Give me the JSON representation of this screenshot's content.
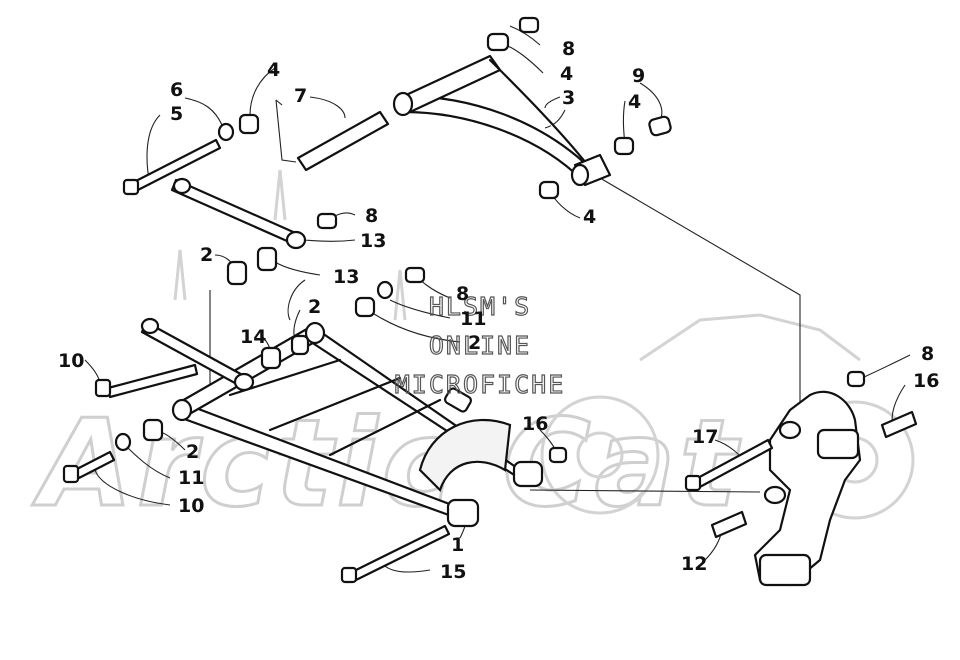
{
  "watermark": {
    "line1": "HLSM'S",
    "line2": "ONLINE",
    "line3": "MICROFICHE",
    "logo": "Arctic Cat"
  },
  "callouts": [
    {
      "id": "c1",
      "text": "1"
    },
    {
      "id": "c2a",
      "text": "2"
    },
    {
      "id": "c2b",
      "text": "2"
    },
    {
      "id": "c2c",
      "text": "2"
    },
    {
      "id": "c2d",
      "text": "2"
    },
    {
      "id": "c3",
      "text": "3"
    },
    {
      "id": "c4a",
      "text": "4"
    },
    {
      "id": "c4b",
      "text": "4"
    },
    {
      "id": "c4c",
      "text": "4"
    },
    {
      "id": "c4d",
      "text": "4"
    },
    {
      "id": "c5",
      "text": "5"
    },
    {
      "id": "c6",
      "text": "6"
    },
    {
      "id": "c7",
      "text": "7"
    },
    {
      "id": "c8a",
      "text": "8"
    },
    {
      "id": "c8b",
      "text": "8"
    },
    {
      "id": "c8c",
      "text": "8"
    },
    {
      "id": "c8d",
      "text": "8"
    },
    {
      "id": "c9",
      "text": "9"
    },
    {
      "id": "c10a",
      "text": "10"
    },
    {
      "id": "c10b",
      "text": "10"
    },
    {
      "id": "c11a",
      "text": "11"
    },
    {
      "id": "c11b",
      "text": "11"
    },
    {
      "id": "c12",
      "text": "12"
    },
    {
      "id": "c13a",
      "text": "13"
    },
    {
      "id": "c13b",
      "text": "13"
    },
    {
      "id": "c14",
      "text": "14"
    },
    {
      "id": "c15",
      "text": "15"
    },
    {
      "id": "c16a",
      "text": "16"
    },
    {
      "id": "c16b",
      "text": "16"
    },
    {
      "id": "c17",
      "text": "17"
    }
  ]
}
